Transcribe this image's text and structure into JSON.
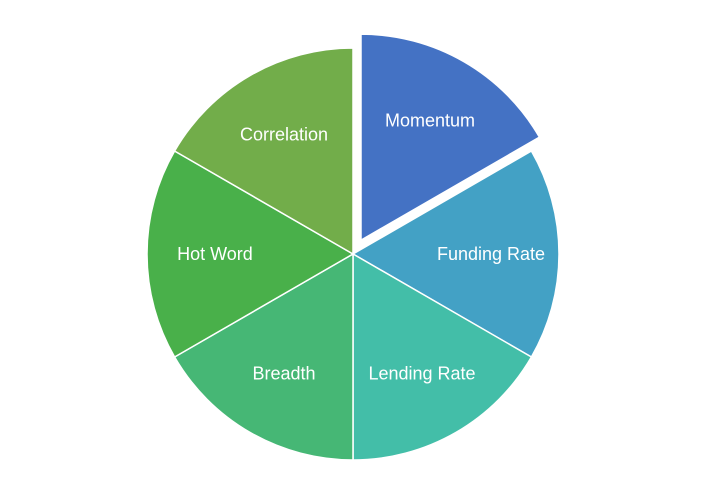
{
  "chart_data": {
    "type": "pie",
    "title": "",
    "slices": [
      {
        "label": "Momentum",
        "value": 1,
        "color": "#4472c4",
        "exploded": true
      },
      {
        "label": "Funding Rate",
        "value": 1,
        "color": "#43a1c5",
        "exploded": false
      },
      {
        "label": "Lending Rate",
        "value": 1,
        "color": "#43bea8",
        "exploded": false
      },
      {
        "label": "Breadth",
        "value": 1,
        "color": "#46b775",
        "exploded": false
      },
      {
        "label": "Hot Word",
        "value": 1,
        "color": "#49b04a",
        "exploded": false
      },
      {
        "label": "Correlation",
        "value": 1,
        "color": "#72ad4a",
        "exploded": false
      }
    ],
    "start_angle": "12 o'clock",
    "direction": "clockwise",
    "legend": "none",
    "data_labels": "inside slices"
  }
}
